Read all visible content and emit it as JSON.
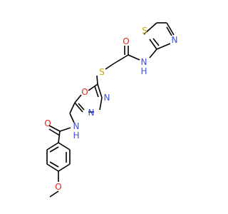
{
  "structure": {
    "atoms": [
      {
        "id": "S_thz",
        "label": "S",
        "color": "#c8a800"
      },
      {
        "id": "N_thz",
        "label": "N",
        "color": "#3d50e0"
      },
      {
        "id": "O_amide1",
        "label": "O",
        "color": "#e8241c"
      },
      {
        "id": "NH_amide1",
        "label": "N",
        "color": "#3d50e0"
      },
      {
        "id": "H_amide1",
        "label": "H",
        "color": "#3d50e0"
      },
      {
        "id": "S_link",
        "label": "S",
        "color": "#c8a800"
      },
      {
        "id": "O_ox",
        "label": "O",
        "color": "#e8241c"
      },
      {
        "id": "N_ox1",
        "label": "N",
        "color": "#3d50e0"
      },
      {
        "id": "N_ox2",
        "label": "N",
        "color": "#3d50e0"
      },
      {
        "id": "O_amide2",
        "label": "O",
        "color": "#e8241c"
      },
      {
        "id": "N_amide2",
        "label": "N",
        "color": "#3d50e0"
      },
      {
        "id": "H_amide2",
        "label": "H",
        "color": "#3d50e0"
      },
      {
        "id": "O_methoxy",
        "label": "O",
        "color": "#e8241c"
      }
    ],
    "bond_color": "#000000"
  }
}
